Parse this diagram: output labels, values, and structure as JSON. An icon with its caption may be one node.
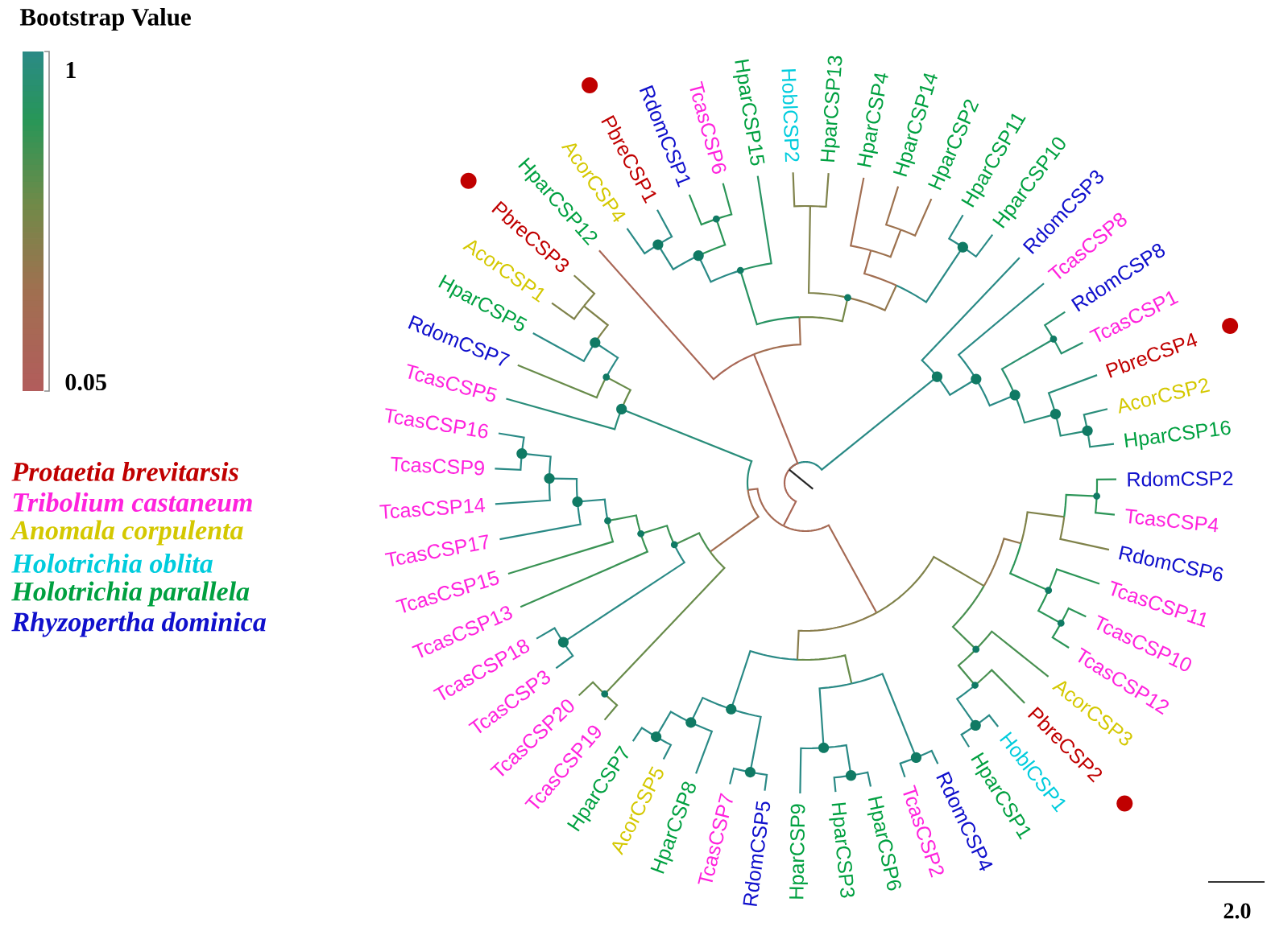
{
  "diagram": {
    "labels": [
      "Bootstrap Value",
      "1",
      "0.05",
      "TcasCSP9",
      "TcasCSP16",
      "TcasCSP5",
      "RdomCSP7",
      "HparCSP5",
      "AcorCSP1",
      "PbreCSP3",
      "HparCSP12",
      "AcorCSP4",
      "PbreCSP1",
      "RdomCSP1",
      "TcasCSP6",
      "HparCSP15",
      "HoblCSP2",
      "HparCSP13",
      "HparCSP4",
      "HparCSP14",
      "HparCSP2",
      "HparCSP11",
      "HparCSP10",
      "RdomCSP3",
      "TcasCSP8",
      "RdomCSP8",
      "TcasCSP1",
      "PbreCSP4",
      "AcorCSP2",
      "HparCSP16",
      "TcasCSP14",
      "TcasCSP17",
      "TcasCSP15",
      "TcasCSP13",
      "TcasCSP18",
      "TcasCSP3",
      "TcasCSP20",
      "TcasCSP19",
      "HparCSP7",
      "AcorCSP5",
      "HparCSP8",
      "TcasCSP7",
      "RdomCSP5",
      "HparCSP9",
      "HparCSP3",
      "HparCSP6",
      "TcasCSP2",
      "RdomCSP4",
      "HparCSP1",
      "HoblCSP1",
      "PbreCSP2",
      "AcorCSP3",
      "TcasCSP12",
      "TcasCSP10",
      "TcasCSP11",
      "RdomCSP6",
      "TcasCSP4",
      "RdomCSP2",
      "2.0"
    ],
    "legend": [
      {
        "text": "Protaetia brevitarsis",
        "color": "#c00000"
      },
      {
        "text": "Tribolium castaneum",
        "color": "#ff22dd"
      },
      {
        "text": "Anomala corpulenta",
        "color": "#d4c800"
      },
      {
        "text": "Holotrichia oblita",
        "color": "#00ccdd"
      },
      {
        "text": "Holotrichia parallela",
        "color": "#00a040"
      },
      {
        "text": "Rhyzopertha dominica",
        "color": "#1010cc"
      }
    ]
  }
}
